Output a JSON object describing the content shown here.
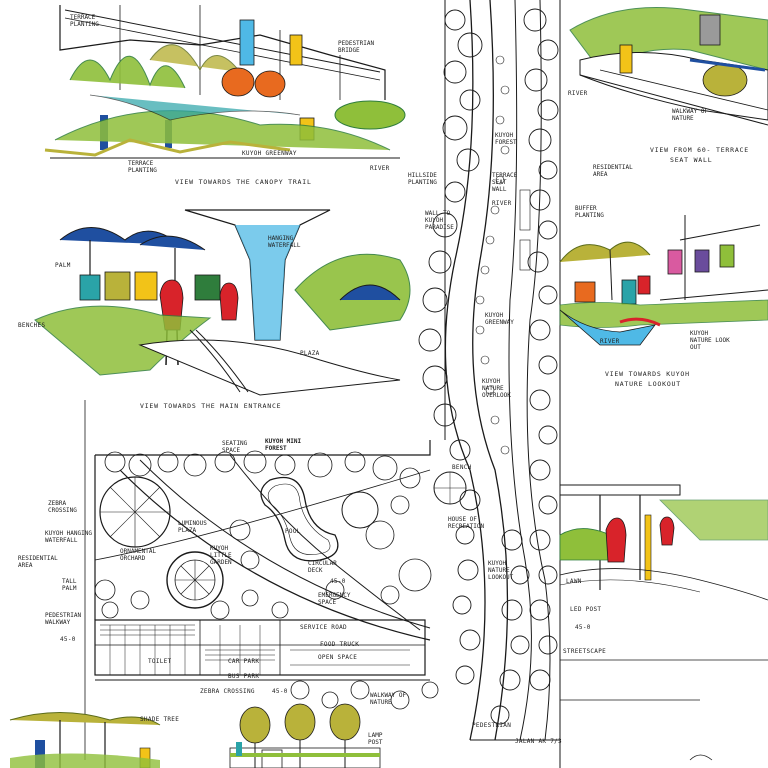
{
  "captions": {
    "canopy_trail": "VIEW TOWARDS THE CANOPY TRAIL",
    "main_entrance": "VIEW TOWARDS THE MAIN ENTRANCE",
    "nature_lookout_1": "VIEW TOWARDS KUYOH",
    "nature_lookout_2": "NATURE LOOKOUT",
    "terrace_view_1": "VIEW FROM 60- TERRACE",
    "terrace_view_2": "SEAT WALL"
  },
  "labels": {
    "terrace_planting_top": "TERRACE PLANTING",
    "pedestrian_bridge": "PEDESTRIAN BRIDGE",
    "terrace_planting_bottom": "TERRACE PLANTING",
    "kuyoh_greenway": "KUYOH GREENWAY",
    "river_top": "RIVER",
    "kuyoh_forest": "KUYOH FOREST",
    "hillside_planting": "HILLSIDE PLANTING",
    "terrace_seat_wall": "TERRACE SEAT WALL",
    "river_mid": "RIVER",
    "wall_to_kuyoh_paradise": "WALL TO KUYOH PARADISE",
    "hanging_waterfall": "HANGING WATERFALL",
    "palm": "PALM",
    "benches": "BENCHES",
    "plaza": "PLAZA",
    "kuyoh_greenway_mid": "KUYOH GREENWAY",
    "kuyoh_nature_overlook": "KUYOH NATURE OVERLOOK",
    "river_right_top": "RIVER",
    "walkway_of_nature_right": "WALKWAY OF NATURE",
    "residential_area_right": "RESIDENTIAL AREA",
    "buffer_planting": "BUFFER PLANTING",
    "river_lookout": "RIVER",
    "kuyoh_nature_look_out": "KUYOH NATURE LOOK OUT",
    "seating_space": "SEATING SPACE",
    "kuyoh_mini_forest": "KUYOH MINI FOREST",
    "zebra_crossing_left": "ZEBRA CROSSING",
    "kuyoh_hanging_waterfall": "KUYOH HANGING WATERFALL",
    "residential_area_left": "RESIDENTIAL AREA",
    "ornamental_orchard": "ORNAMENTAL ORCHARD",
    "luminous_plaza": "LUMINOUS PLAZA",
    "kuyoh_little_garden": "KUYOH LITTLE GARDEN",
    "pool": "POOL",
    "circular_deck": "CIRCULAR DECK",
    "bench": "BENCH",
    "house_of_recreation": "HOUSE OF RECREATION",
    "emergency_space": "EMERGENCY SPACE",
    "kuyoh_nature_lookout_plan": "KUYOH NATURE LOOKOUT",
    "tall_palm": "TALL PALM",
    "pedestrian_walkway": "PEDESTRIAN WALKWAY",
    "service_road": "SERVICE ROAD",
    "food_truck": "FOOD TRUCK",
    "open_space": "OPEN SPACE",
    "toilet": "TOILET",
    "car_park": "CAR PARK",
    "bus_park": "BUS PARK",
    "zebra_crossing_bottom": "ZEBRA CROSSING",
    "walkway_of_nature_bottom": "WALKWAY OF NATURE",
    "jalan_ak": "JALAN AK 7/3",
    "lawn": "LAWN",
    "led_post": "LED POST",
    "streetscape": "STREETSCAPE",
    "shade_tree": "SHADE TREE",
    "lamp_post": "LAMP POST",
    "pedestrian_bottom": "PEDESTRIAN",
    "level_45a": "45-0",
    "level_45b": "45-0",
    "level_45c": "45-0",
    "level_45d": "45-0"
  },
  "colors": {
    "ink": "#1a1a1a",
    "leaf_green": "#8fbf3a",
    "dark_green": "#2f7d3c",
    "olive": "#b9b23a",
    "teal": "#2aa3a8",
    "water_blue": "#4fb9e6",
    "deep_blue": "#1f4fa0",
    "orange": "#e86a1f",
    "red": "#d8232a",
    "yellow": "#f2c318",
    "purple": "#6a4c9c",
    "pink": "#d95aa0",
    "grey": "#9a9a9a"
  }
}
